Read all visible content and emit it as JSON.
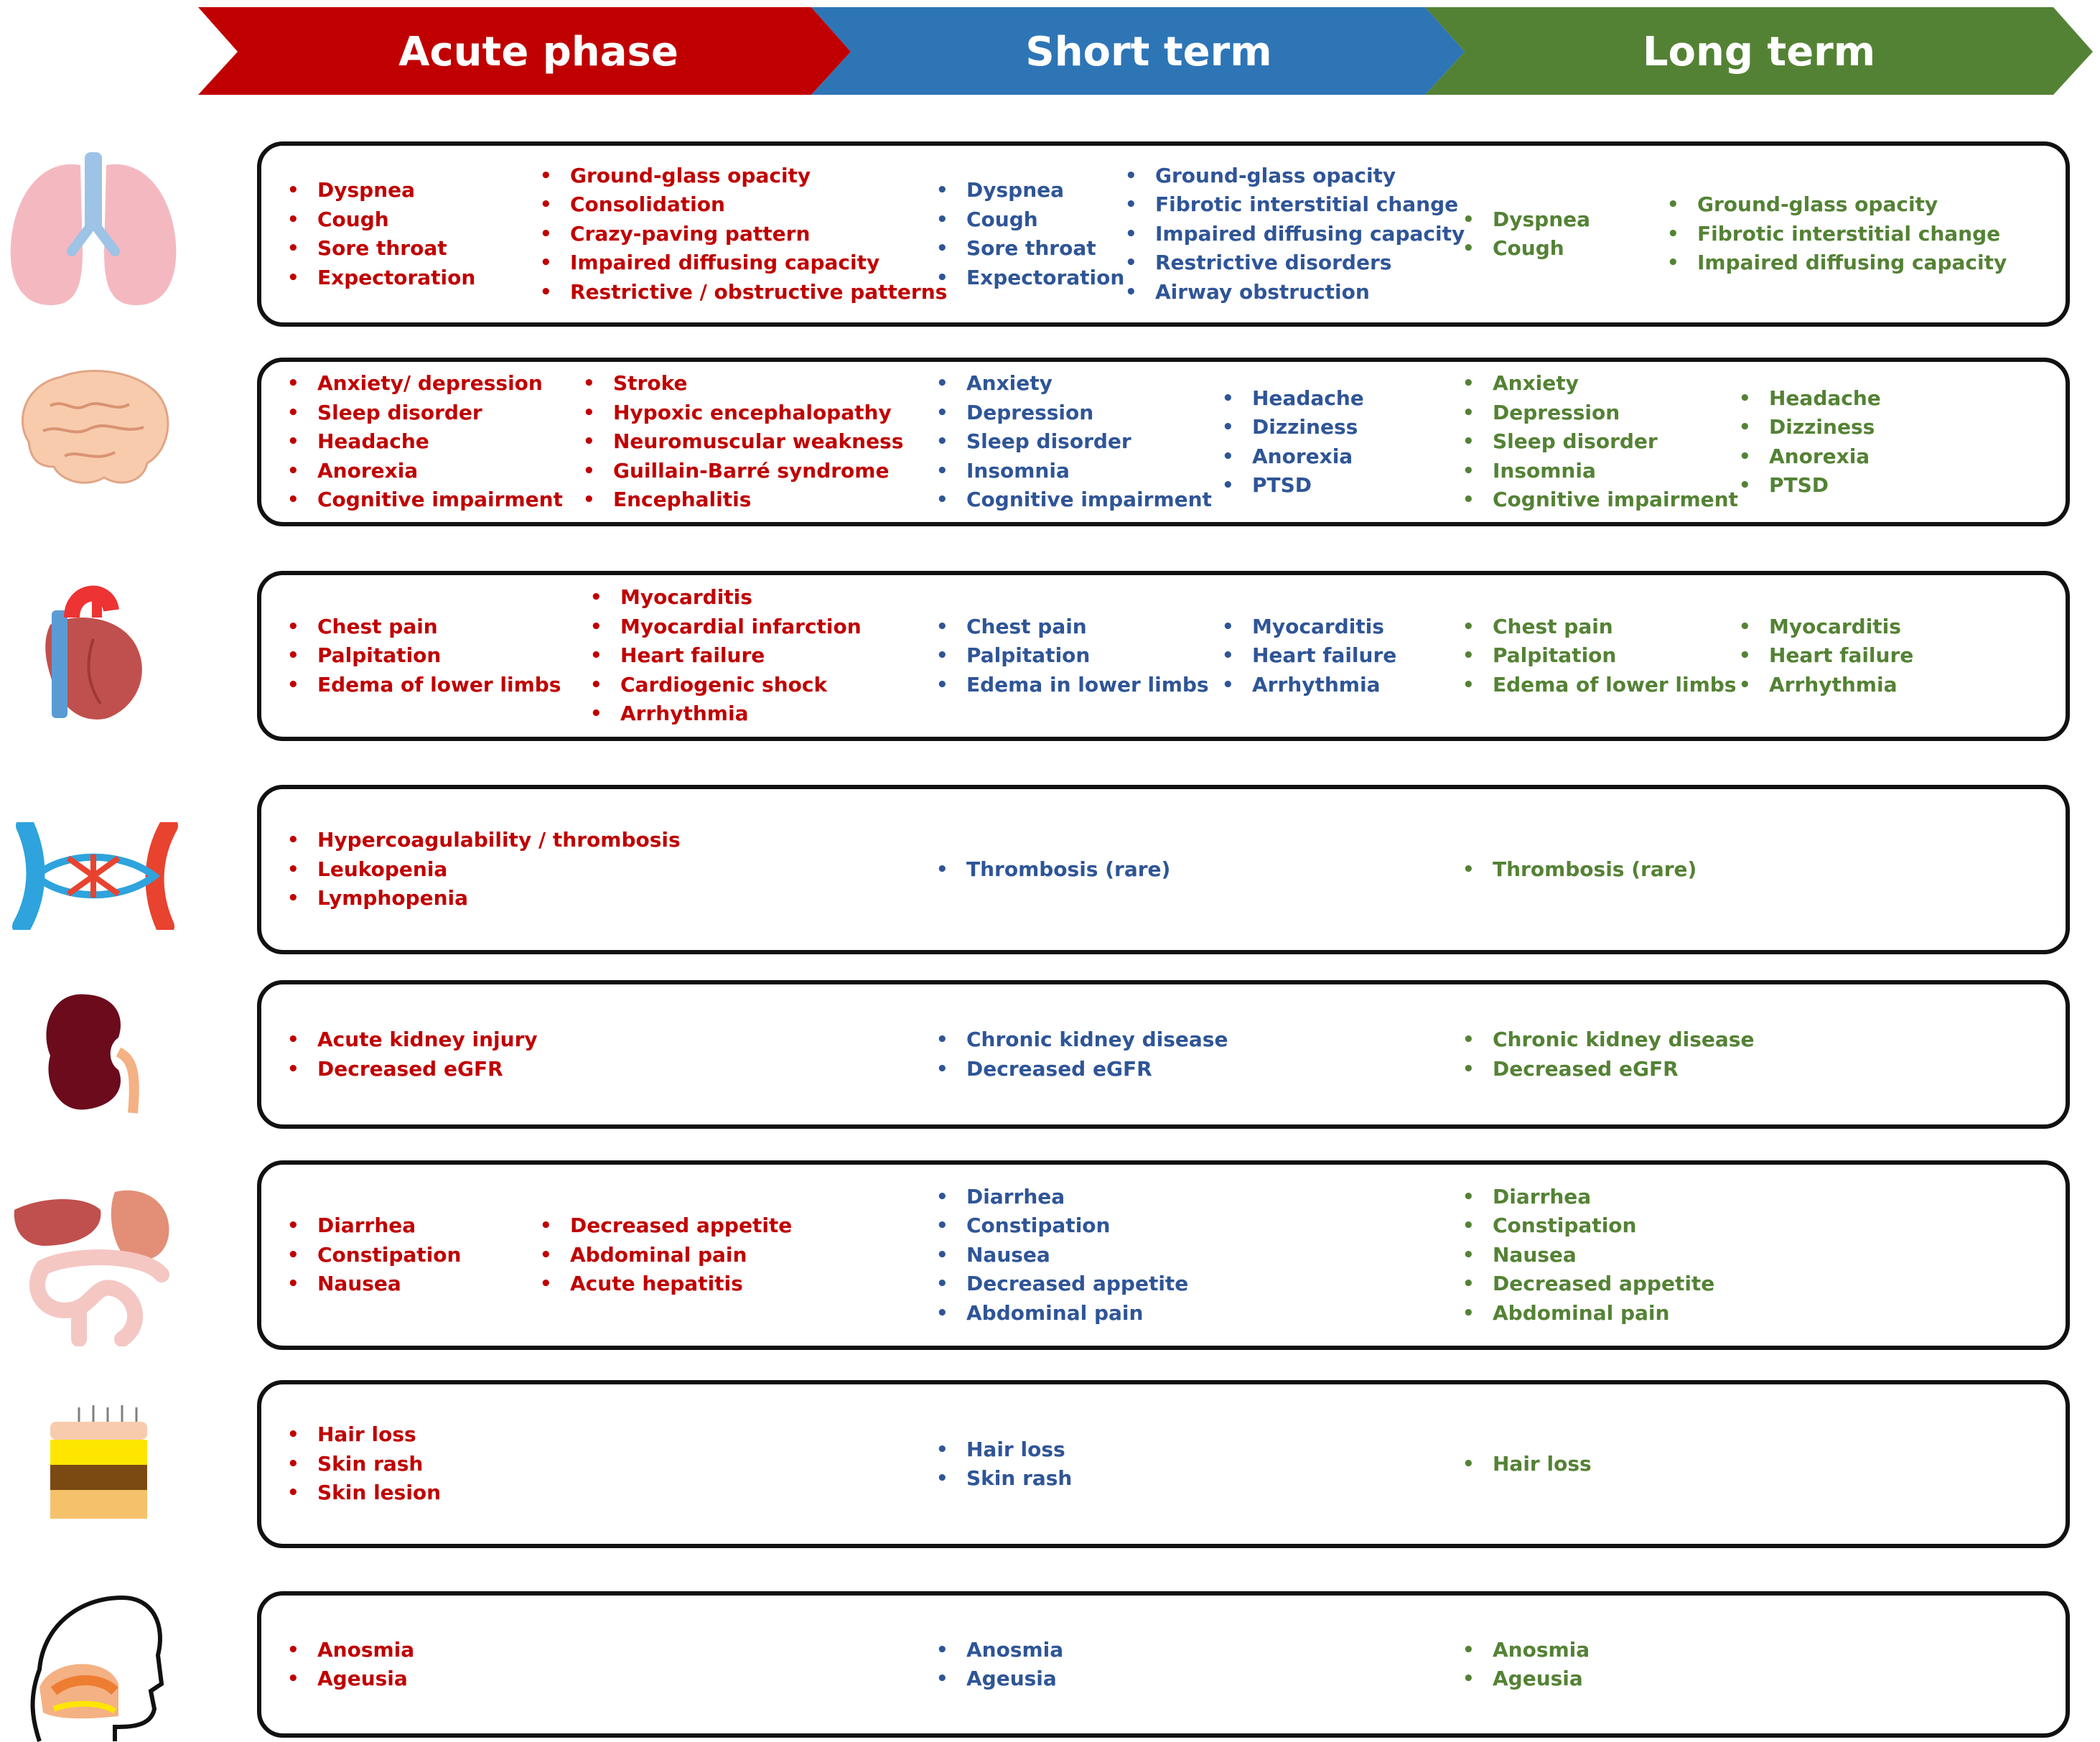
{
  "phases": {
    "acute": "Acute phase",
    "short": "Short term",
    "long": "Long term"
  },
  "colors": {
    "acute": "#c00000",
    "short": "#2e75b6",
    "long": "#548235",
    "short_text": "#2f5597"
  },
  "icons": [
    "lungs-icon",
    "brain-icon",
    "heart-icon",
    "blood-vessels-icon",
    "kidney-icon",
    "digestive-system-icon",
    "skin-layers-icon",
    "head-profile-icon"
  ],
  "rows": [
    {
      "name": "respiratory",
      "acute": [
        [
          "Dyspnea",
          "Cough",
          "Sore throat",
          "Expectoration"
        ],
        [
          "Ground-glass opacity",
          "Consolidation",
          "Crazy-paving pattern",
          "Impaired diffusing capacity",
          "Restrictive / obstructive patterns"
        ]
      ],
      "short": [
        [
          "Dyspnea",
          "Cough",
          "Sore throat",
          "Expectoration"
        ],
        [
          "Ground-glass opacity",
          "Fibrotic interstitial change",
          "Impaired diffusing capacity",
          "Restrictive disorders",
          "Airway obstruction"
        ]
      ],
      "long": [
        [
          "Dyspnea",
          "Cough"
        ],
        [
          "Ground-glass opacity",
          "Fibrotic interstitial change",
          "Impaired diffusing capacity"
        ]
      ]
    },
    {
      "name": "neurologic",
      "acute": [
        [
          "Anxiety/ depression",
          "Sleep disorder",
          "Headache",
          "Anorexia",
          "Cognitive impairment"
        ],
        [
          "Stroke",
          "Hypoxic encephalopathy",
          "Neuromuscular weakness",
          "Guillain-Barré syndrome",
          "Encephalitis"
        ]
      ],
      "short": [
        [
          "Anxiety",
          "Depression",
          "Sleep disorder",
          "Insomnia",
          "Cognitive impairment"
        ],
        [
          "Headache",
          "Dizziness",
          "Anorexia",
          "PTSD"
        ]
      ],
      "long": [
        [
          "Anxiety",
          "Depression",
          "Sleep disorder",
          "Insomnia",
          "Cognitive impairment"
        ],
        [
          "Headache",
          "Dizziness",
          "Anorexia",
          "PTSD"
        ]
      ]
    },
    {
      "name": "cardiovascular",
      "acute": [
        [
          "Chest pain",
          "Palpitation",
          "Edema of lower limbs"
        ],
        [
          "Myocarditis",
          "Myocardial infarction",
          "Heart failure",
          "Cardiogenic shock",
          "Arrhythmia"
        ]
      ],
      "short": [
        [
          "Chest pain",
          "Palpitation",
          "Edema in lower limbs"
        ],
        [
          "Myocarditis",
          "Heart failure",
          "Arrhythmia"
        ]
      ],
      "long": [
        [
          "Chest pain",
          "Palpitation",
          "Edema of lower limbs"
        ],
        [
          "Myocarditis",
          "Heart failure",
          "Arrhythmia"
        ]
      ]
    },
    {
      "name": "hematologic",
      "acute": [
        [
          "Hypercoagulability / thrombosis",
          "Leukopenia",
          "Lymphopenia"
        ]
      ],
      "short": [
        [
          "Thrombosis (rare)"
        ]
      ],
      "long": [
        [
          "Thrombosis (rare)"
        ]
      ]
    },
    {
      "name": "renal",
      "acute": [
        [
          "Acute kidney injury",
          "Decreased eGFR"
        ]
      ],
      "short": [
        [
          "Chronic kidney disease",
          "Decreased eGFR"
        ]
      ],
      "long": [
        [
          "Chronic kidney disease",
          "Decreased eGFR"
        ]
      ]
    },
    {
      "name": "gastrointestinal",
      "acute": [
        [
          "Diarrhea",
          "Constipation",
          "Nausea"
        ],
        [
          "Decreased appetite",
          "Abdominal pain",
          "Acute hepatitis"
        ]
      ],
      "short": [
        [
          "Diarrhea",
          "Constipation",
          "Nausea",
          "Decreased appetite",
          "Abdominal pain"
        ]
      ],
      "long": [
        [
          "Diarrhea",
          "Constipation",
          "Nausea",
          "Decreased appetite",
          "Abdominal pain"
        ]
      ]
    },
    {
      "name": "dermatologic",
      "acute": [
        [
          "Hair loss",
          "Skin rash",
          "Skin lesion"
        ]
      ],
      "short": [
        [
          "Hair loss",
          "Skin rash"
        ]
      ],
      "long": [
        [
          "Hair loss"
        ]
      ]
    },
    {
      "name": "smell-taste",
      "acute": [
        [
          "Anosmia",
          "Ageusia"
        ]
      ],
      "short": [
        [
          "Anosmia",
          "Ageusia"
        ]
      ],
      "long": [
        [
          "Anosmia",
          "Ageusia"
        ]
      ]
    }
  ]
}
